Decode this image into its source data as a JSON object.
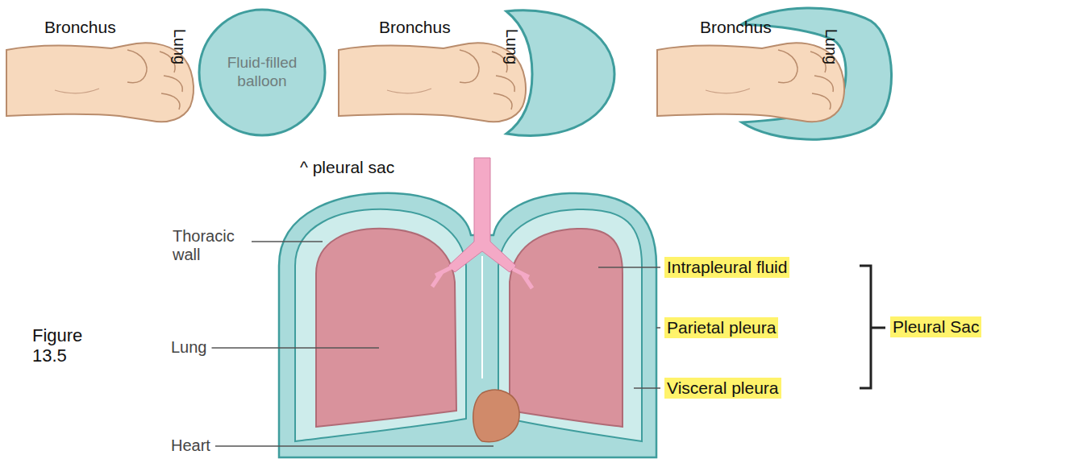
{
  "diagram": {
    "nodes": [
      {
        "text": [
          "Fluid-filled balloon"
        ]
      }
    ],
    "labels": [
      "Bronchus",
      "Lung",
      "Bronchus",
      "Lung",
      "Bronchus",
      "Lung",
      "^ pleural sac",
      "Figure 13.5",
      "Thoracic wall",
      "Lung",
      "Heart",
      "Intrapleural fluid",
      "Parietal pleura",
      "Visceral pleura",
      "Pleural Sac"
    ]
  }
}
